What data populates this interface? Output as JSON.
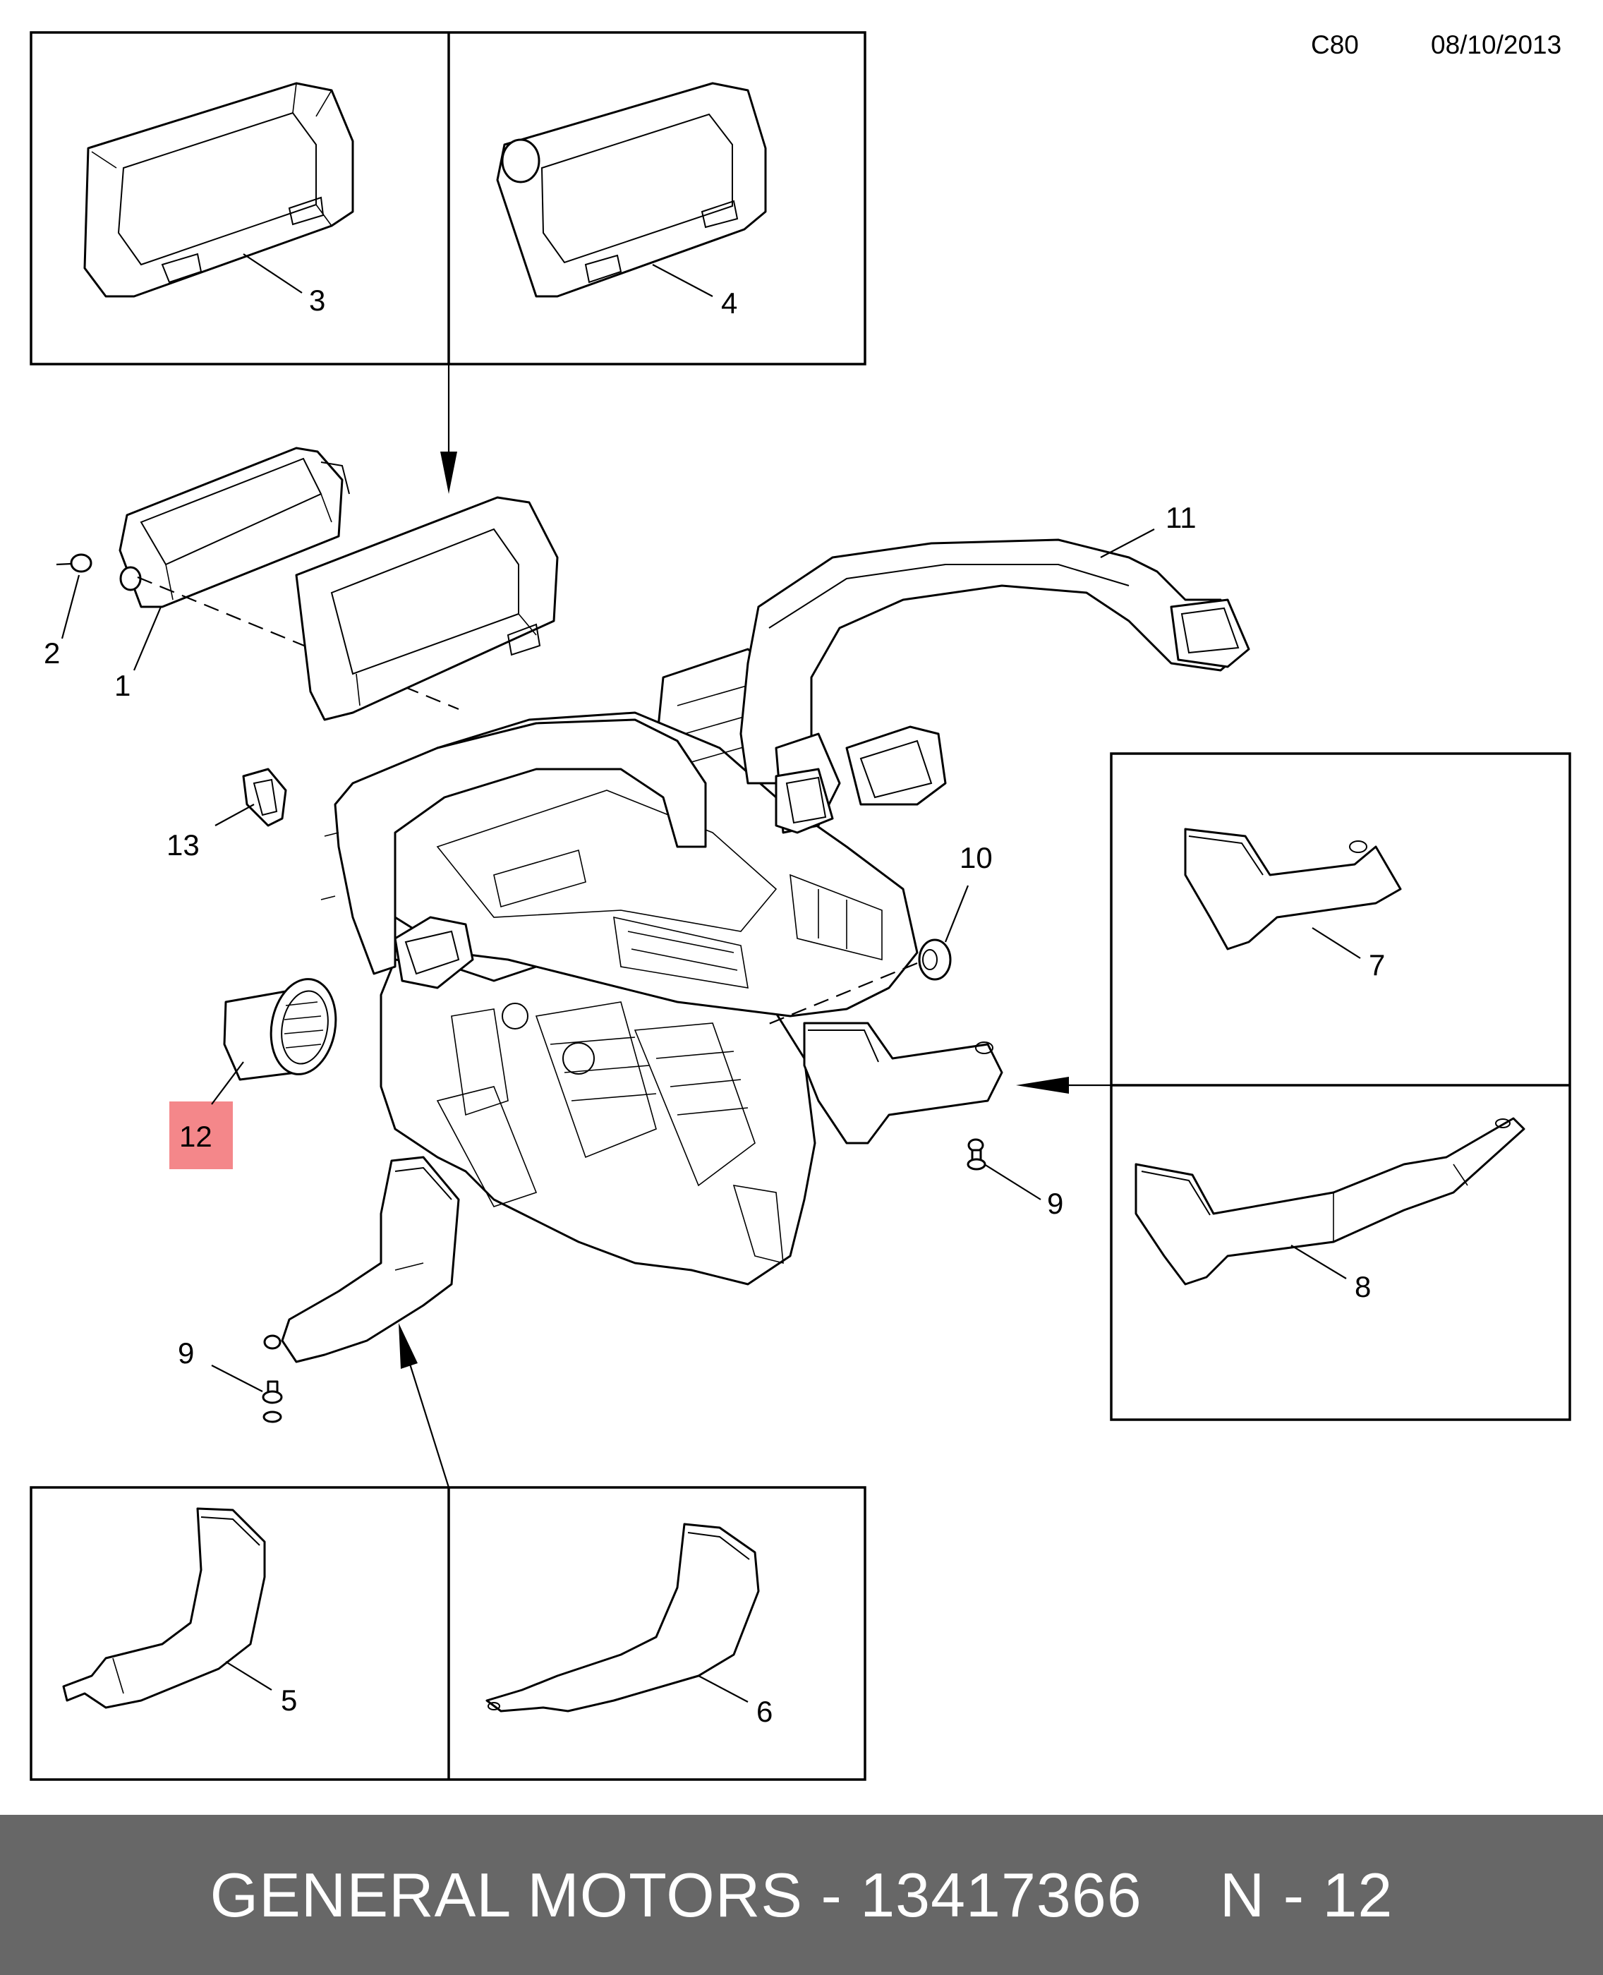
{
  "header": {
    "code": "C80",
    "date": "08/10/2013"
  },
  "callouts": {
    "c1": "1",
    "c2": "2",
    "c3": "3",
    "c4": "4",
    "c5": "5",
    "c6": "6",
    "c7": "7",
    "c8": "8",
    "c9a": "9",
    "c9b": "9",
    "c10": "10",
    "c11": "11",
    "c12": "12",
    "c13": "13"
  },
  "highlight": {
    "callout": "12",
    "color": "#f4878a"
  },
  "footer": {
    "brand_part": "GENERAL MOTORS - 13417366",
    "page": "N - 12"
  }
}
